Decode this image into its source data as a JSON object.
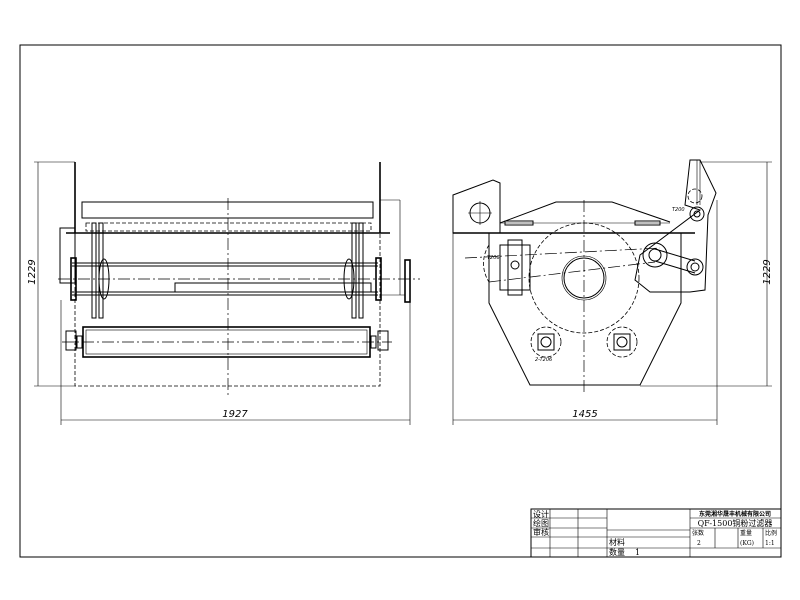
{
  "dimensions": {
    "front_width": "1927",
    "front_height": "1229",
    "side_width": "1455",
    "side_height": "1229"
  },
  "annotations": {
    "clamp_label": "T206",
    "bolt_label": "2-T206",
    "pivot_label": "T200"
  },
  "title_block": {
    "design": "设计",
    "drafting": "绘图",
    "review": "审核",
    "material": "材料",
    "quantity_label": "数量",
    "quantity_value": "1",
    "company": "东莞湘华晟丰机械有限公司",
    "drawing_title": "QF-1500铜粉过滤器",
    "sheets_label": "张数",
    "sheets_value": "2",
    "weight_label": "重量",
    "weight_unit": "(KG)",
    "scale_label": "比例",
    "scale_value": "1:1"
  }
}
